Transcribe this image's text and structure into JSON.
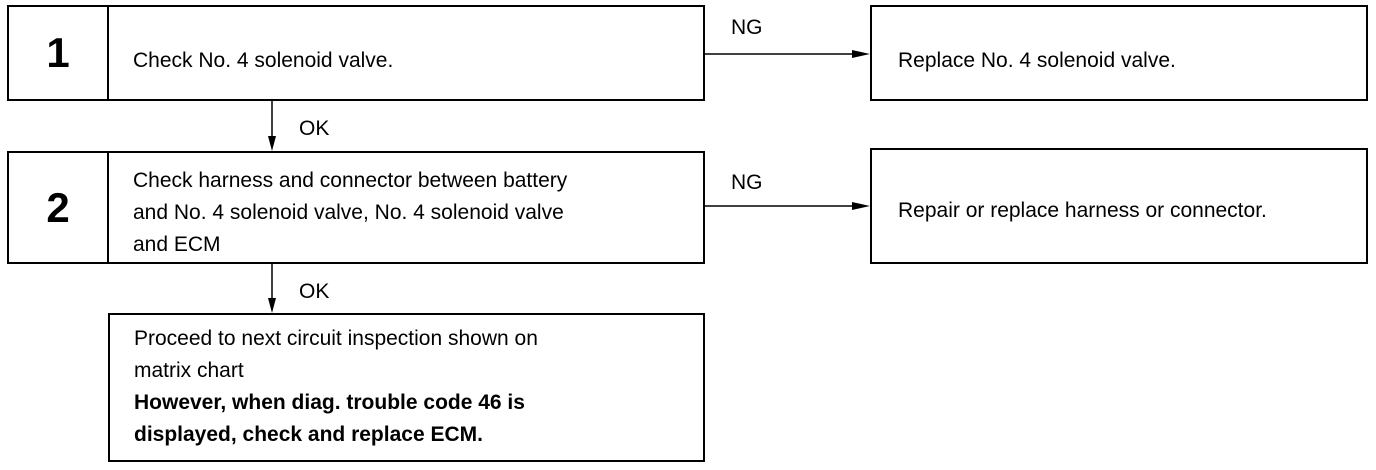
{
  "steps": [
    {
      "number": "1",
      "text": "Check No. 4 solenoid valve."
    },
    {
      "number": "2",
      "lines": [
        "Check harness and connector between battery",
        "and No. 4 solenoid valve, No. 4 solenoid valve",
        "and ECM"
      ]
    }
  ],
  "results": {
    "step1_ng": "Replace No. 4 solenoid valve.",
    "step2_ng": "Repair or replace harness or connector."
  },
  "labels": {
    "ng": "NG",
    "ok": "OK"
  },
  "final": {
    "lines": [
      "Proceed to next circuit inspection shown on",
      "matrix chart"
    ],
    "bold_lines": [
      "However, when diag. trouble code 46 is",
      "displayed, check and replace ECM."
    ]
  }
}
